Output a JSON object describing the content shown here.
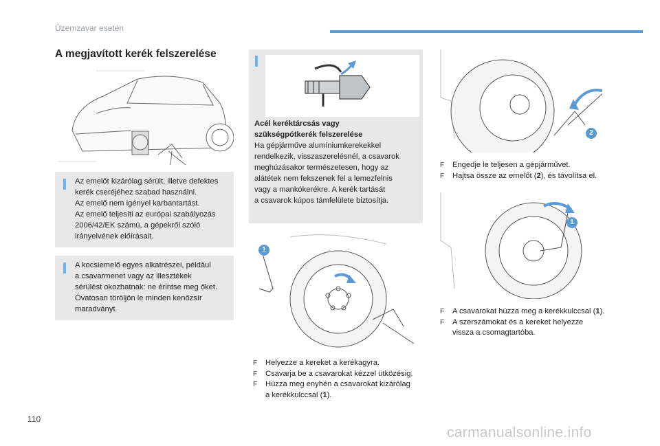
{
  "header": {
    "section_title": "Üzemzavar esetén"
  },
  "page": {
    "title": "A megjavított kerék felszerelése",
    "number": "110"
  },
  "info_boxes": [
    {
      "text": "Az emelőt kizárólag sérült, illetve defektes\nkerék cseréjéhez szabad használni.\nAz emelő nem igényel karbantartást.\nAz emelő teljesíti az európai szabályozás\n2006/42/EK számú, a gépekről szóló\nirányelvének előírásait."
    },
    {
      "text": "A kocsiemelő egyes alkatrészei, például\na csavarmenet vagy az illesztékek\nsérülést okozhatnak: ne érintse meg őket.\nÓvatosan töröljön le minden kenőzsír\nmaradványt."
    }
  ],
  "steel_wheel_box": {
    "heading": "Acél keréktárcsás vagy\nszükségpótkerék felszerelése",
    "text": "Ha gépjárműve alumíniumkerekekkel\nrendelkezik, visszaszerelésnél, a csavarok\nmeghúzásakor természetesen, hogy az\nalátétek nem fekszenek fel a lemezfelnis\nvagy a mankókerékre. A kerék tartását\na csavarok kúpos támfelülete biztosítja."
  },
  "middle_steps": [
    "Helyezze a kereket a kerékagyra.",
    "Csavarja be a csavarokat kézzel ütközésig.",
    "Húzza meg enyhén a csavarokat kizárólag\na kerékkulccsal (1)."
  ],
  "right_steps_top": [
    "Engedje le teljesen a gépjárművet.",
    "Hajtsa össze az emelőt (2), és távolítsa el."
  ],
  "right_steps_bottom": [
    "A csavarokat húzza meg a kerékkulccsal (1).",
    "A szerszámokat és a kereket helyezze\nvissza a csomagtartóba."
  ],
  "callouts": {
    "wrench": "1",
    "jack": "2"
  },
  "watermark": "carmanualsonline.info",
  "colors": {
    "accent": "#5b9bd5",
    "info_bar": "#6cb4ee",
    "box_bg": "#e8e8e8"
  }
}
